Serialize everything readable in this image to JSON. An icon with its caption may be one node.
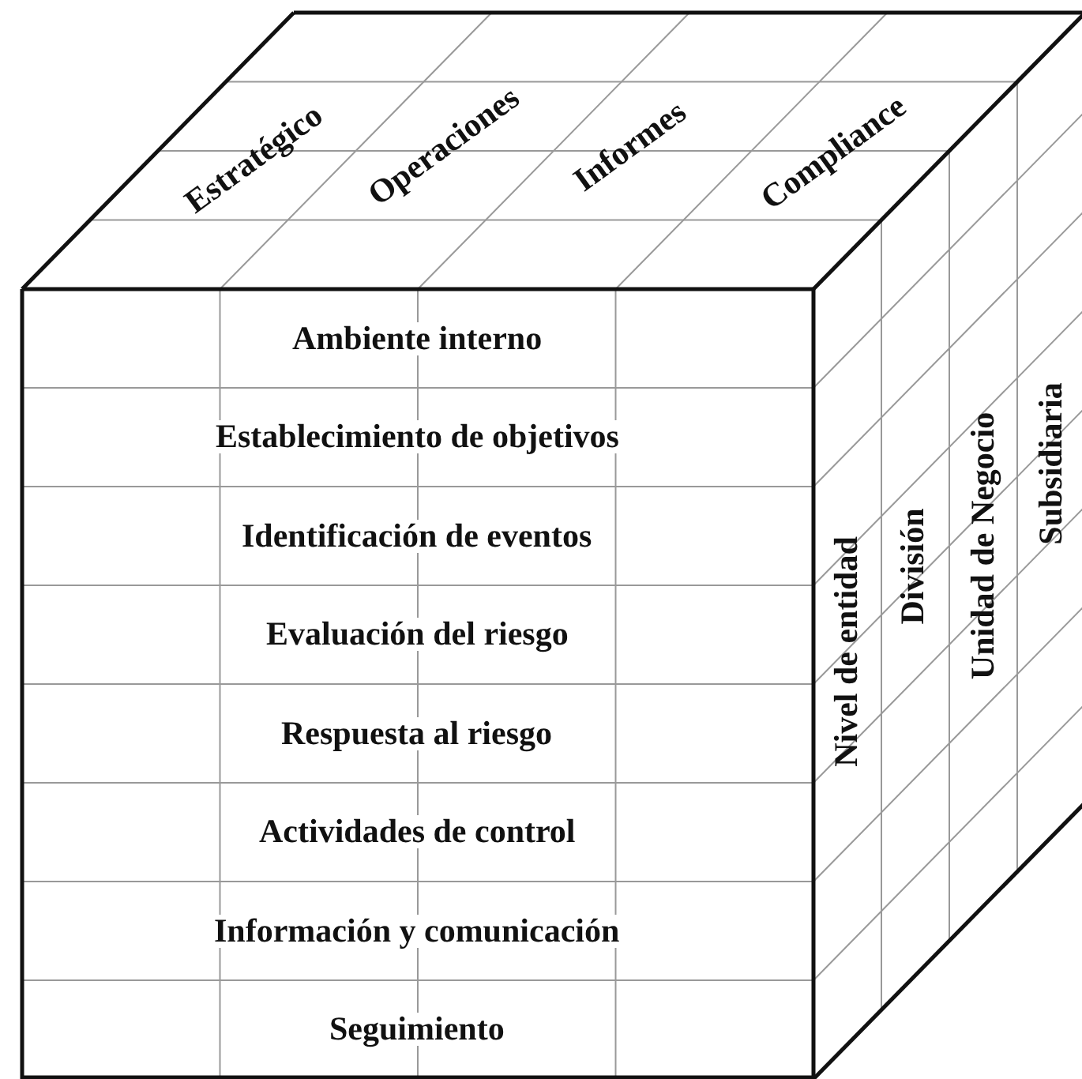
{
  "diagram": {
    "labels": [
      "Estratégico",
      "Operaciones",
      "Informes",
      "Compliance",
      "Ambiente interno",
      "Establecimiento de objetivos",
      "Identificación de eventos",
      "Evaluación del riesgo",
      "Respuesta al riesgo",
      "Actividades de control",
      "Información y comunicación",
      "Seguimiento",
      "Nivel de entidad",
      "División",
      "Unidad de Negocio",
      "Subsidiaria"
    ]
  }
}
